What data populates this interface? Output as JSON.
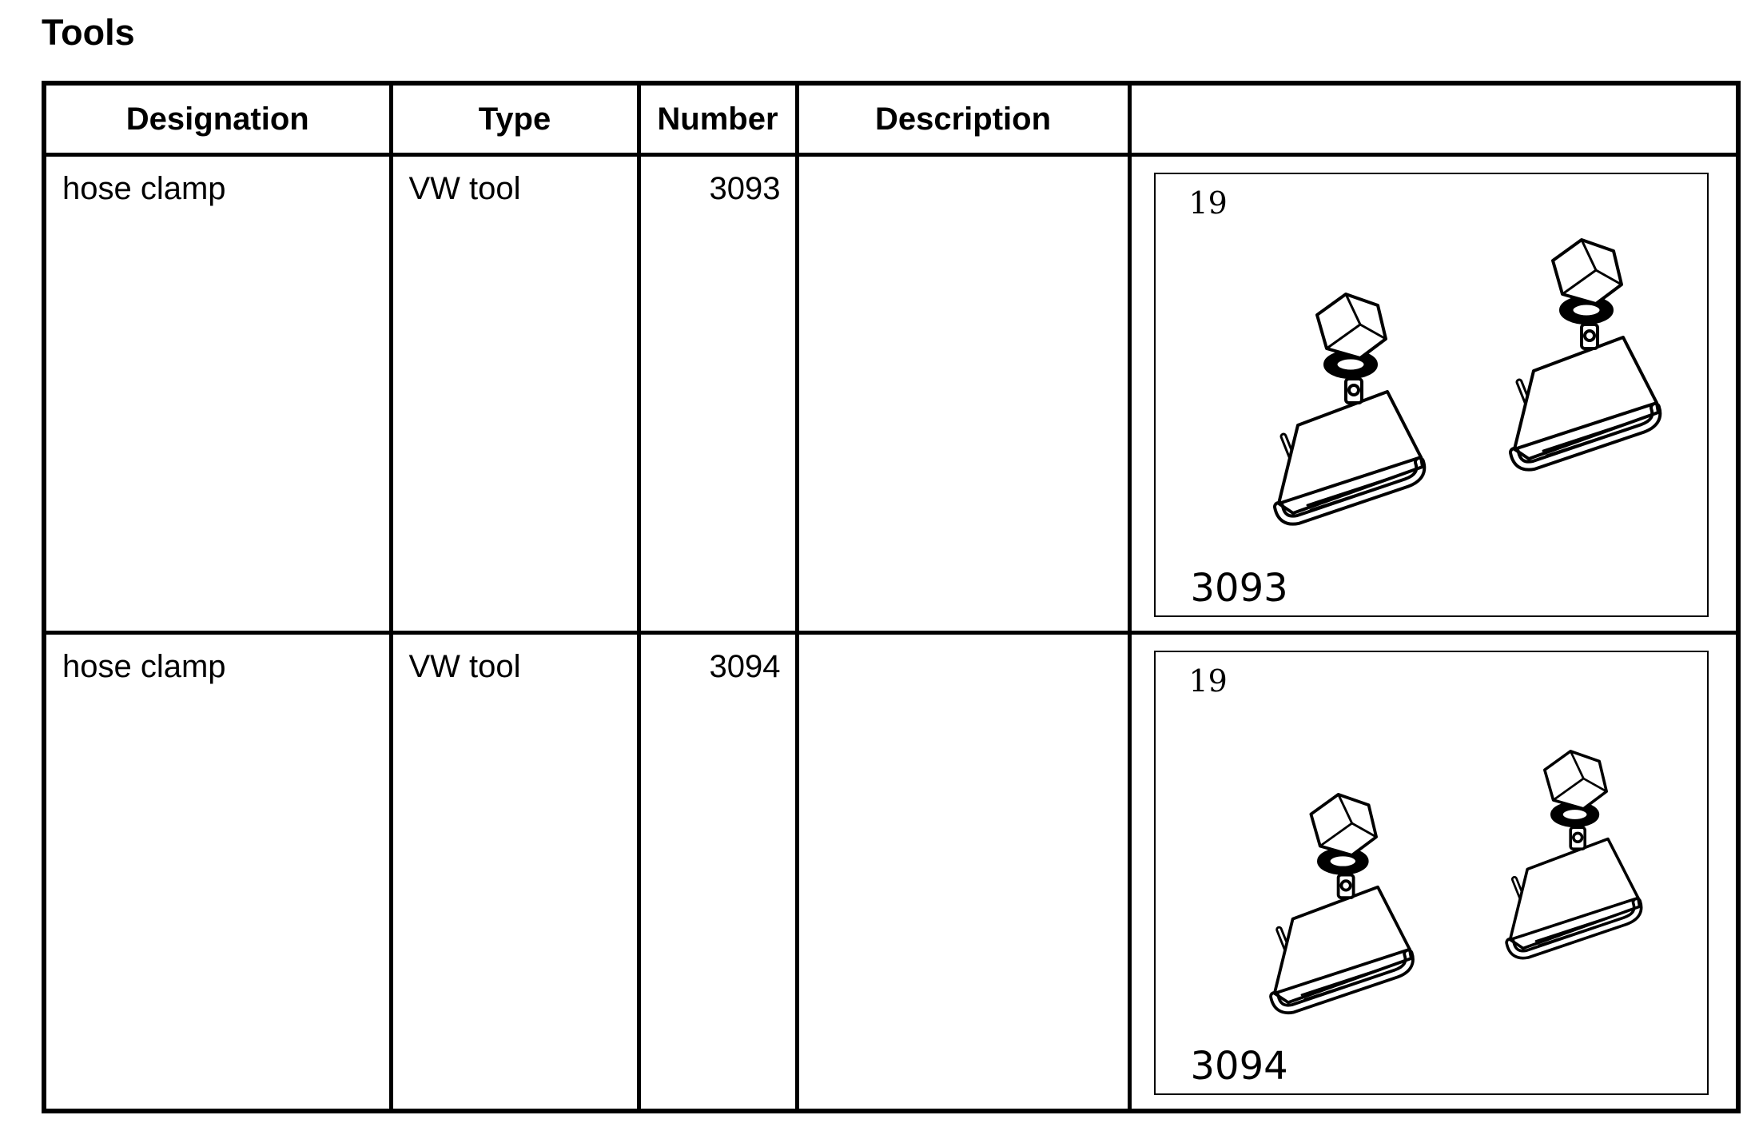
{
  "page": {
    "title": "Tools"
  },
  "table": {
    "headers": [
      "Designation",
      "Type",
      "Number",
      "Description",
      ""
    ],
    "rows": [
      {
        "designation": "hose clamp",
        "type": "VW tool",
        "number": "3093",
        "description": "",
        "figure": {
          "size_label": "19",
          "tool_number": "3093",
          "icon": "hose-clamp-pair-drawing"
        }
      },
      {
        "designation": "hose clamp",
        "type": "VW tool",
        "number": "3094",
        "description": "",
        "figure": {
          "size_label": "19",
          "tool_number": "3094",
          "icon": "hose-clamp-pair-drawing"
        }
      }
    ]
  }
}
